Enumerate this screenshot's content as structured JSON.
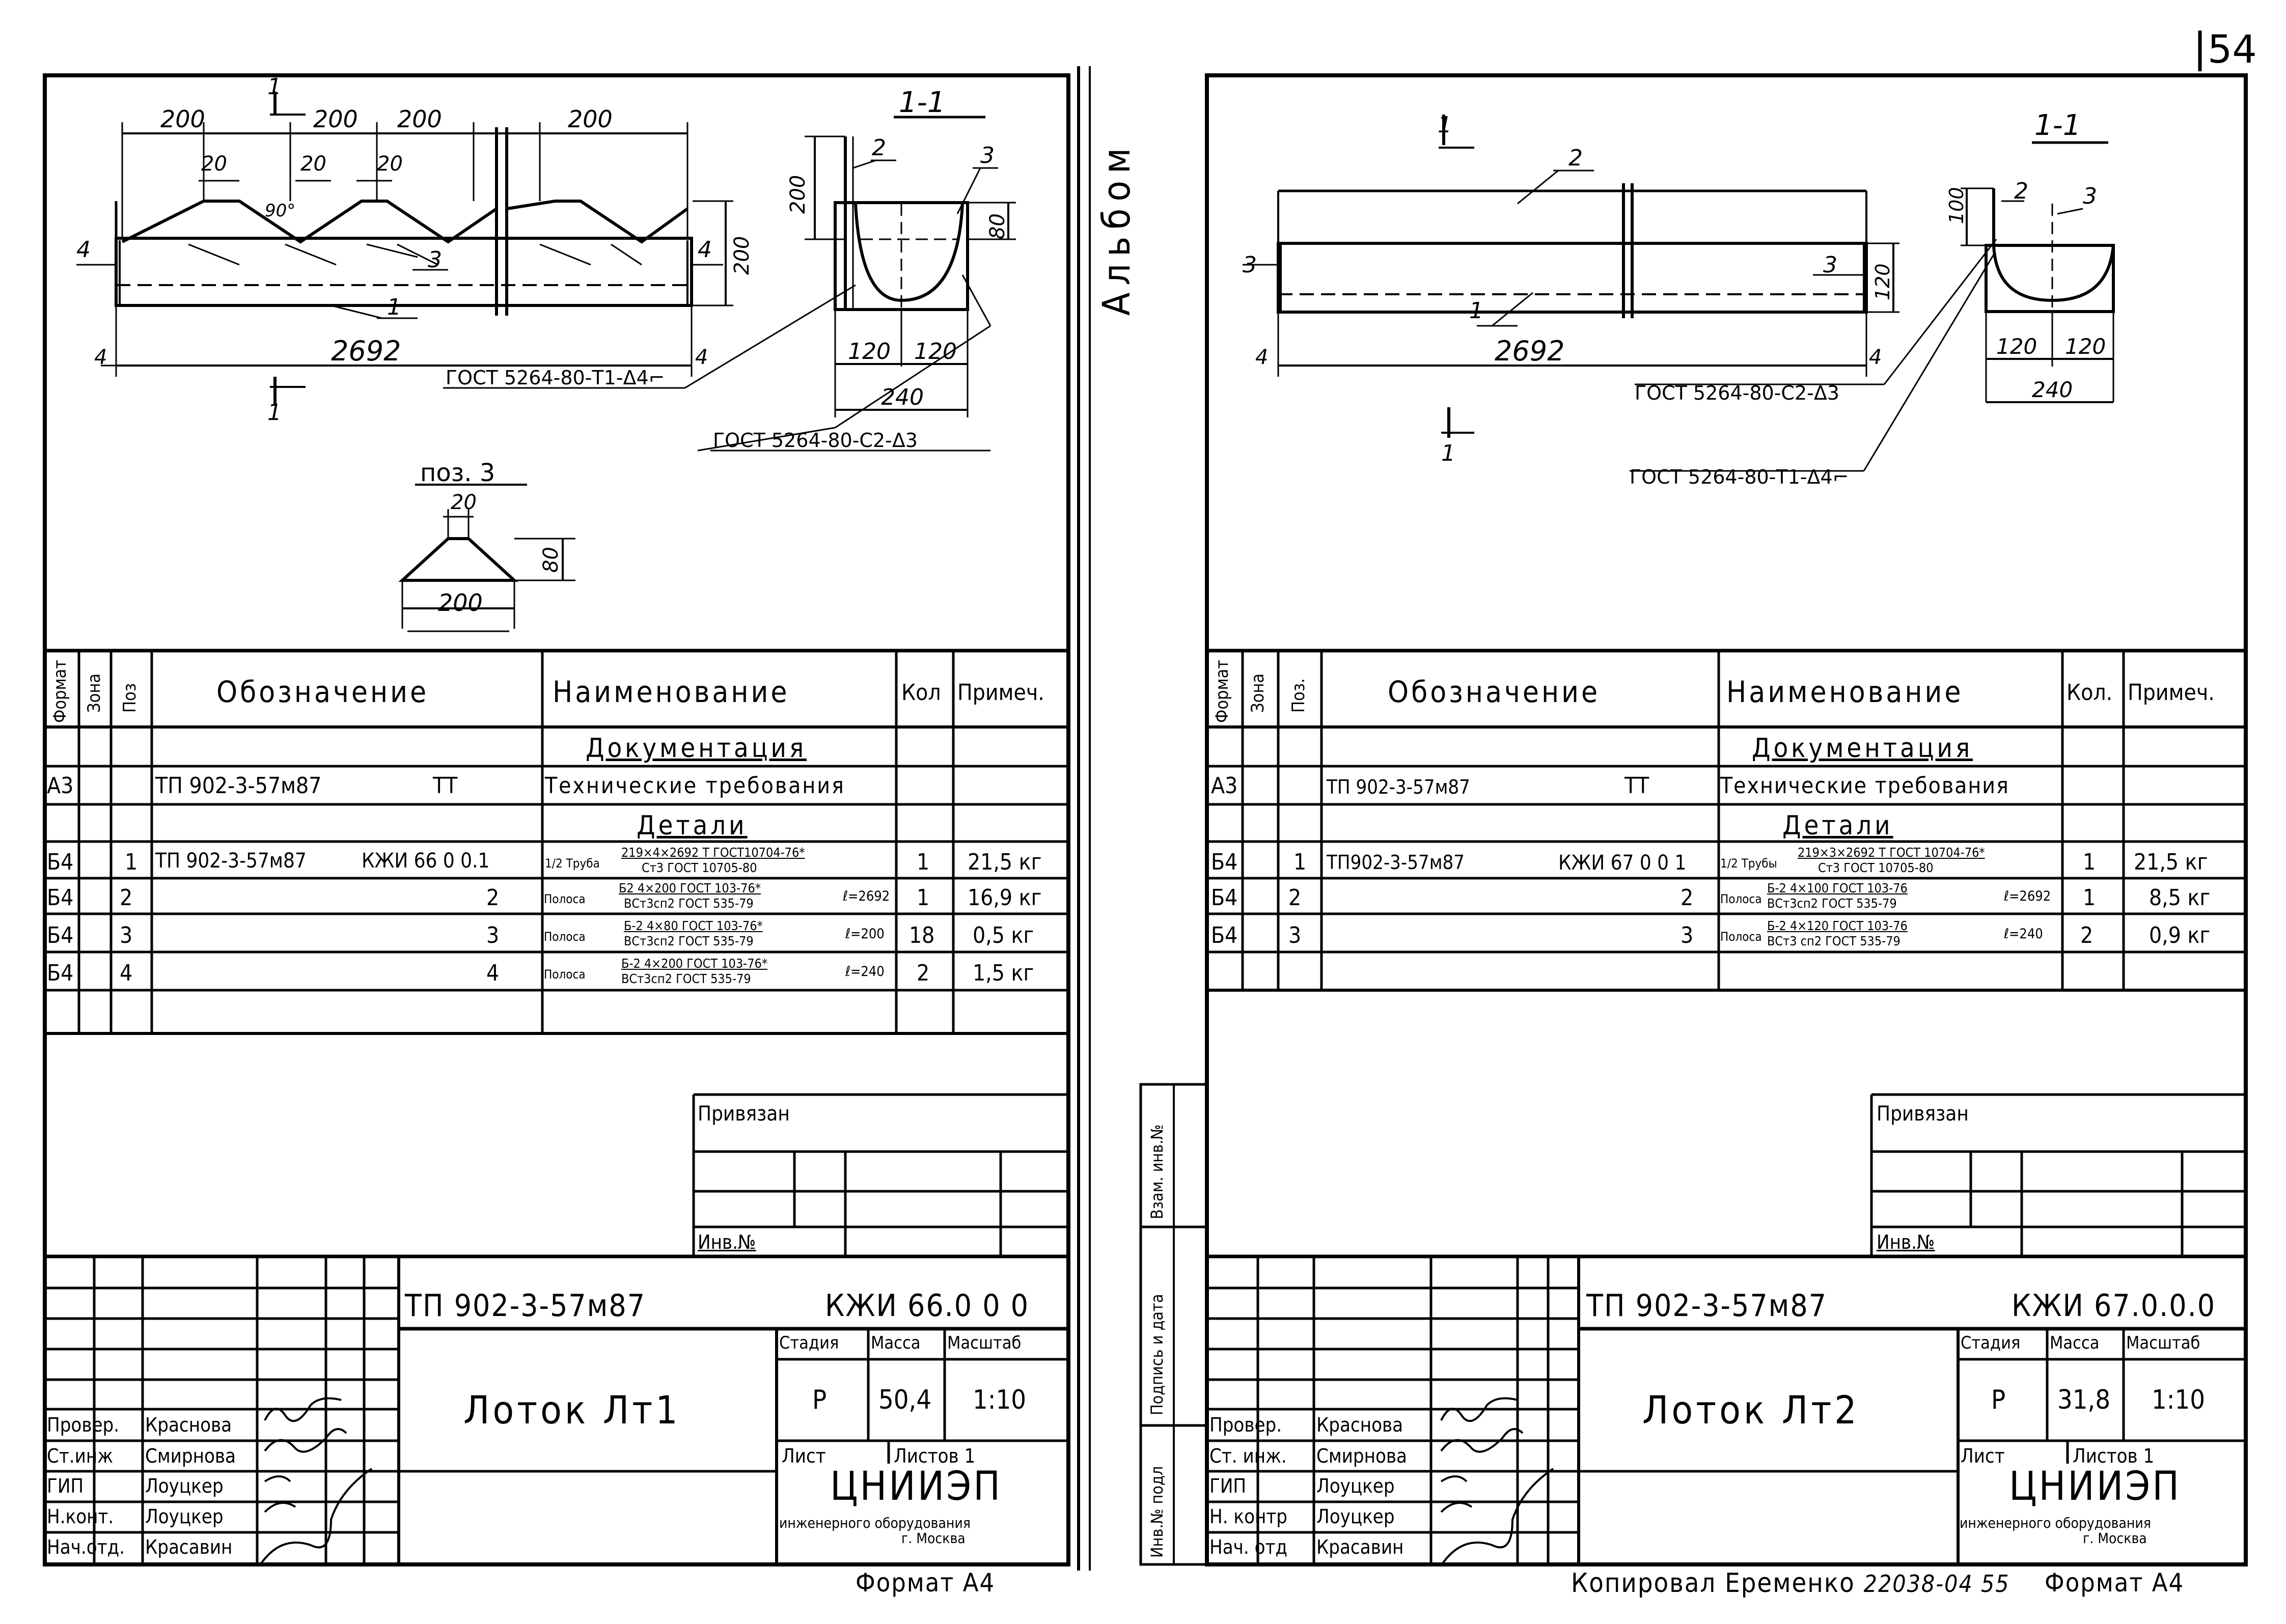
{
  "page_number": "54",
  "album_label": "Альбом",
  "side_stamp": [
    "Инв.№ подл",
    "Подпись и дата",
    "Взам. инв.№"
  ],
  "copy_note": {
    "text": "Копировал Еременко",
    "number": "22038-04 55"
  },
  "sheets": [
    {
      "id": "left",
      "drawing": {
        "dims_top": [
          "200",
          "200",
          "200",
          "200"
        ],
        "dims_small": [
          "20",
          "20",
          "20"
        ],
        "angle": "90°",
        "length": "2692",
        "edge_dims": [
          "4",
          "4"
        ],
        "heights": [
          "200",
          "200",
          "80"
        ],
        "section_title": "1-1",
        "section_dims": [
          "120",
          "120",
          "240"
        ],
        "cut_label": "1",
        "leaders": [
          "1",
          "2",
          "3",
          "4"
        ],
        "gost_callouts": [
          "ГОСТ 5264-80-Т1-Δ4⌐",
          "ГОСТ 5264-80-С2-Δ3"
        ],
        "detail_title": "поз. 3",
        "detail_dims": [
          "20",
          "80",
          "200"
        ]
      },
      "spec": {
        "headers": [
          "Формат",
          "Зона",
          "Поз",
          "Обозначение",
          "Наименование",
          "Кол",
          "Примеч."
        ],
        "sections": [
          "Документация",
          "Детали"
        ],
        "doc_row": {
          "format": "А3",
          "designation": "ТП 902-3-57м87",
          "suffix": "ТТ",
          "name": "Технические требования"
        },
        "rows": [
          {
            "format": "Б4",
            "pos": "1",
            "designation": "ТП 902-3-57м87",
            "code": "КЖИ 66 0 0.1",
            "name_prefix": "1/2 Труба",
            "name_top": "219×4×2692 Т ГОСТ10704-76*",
            "name_bottom": "Ст3 ГОСТ 10705-80",
            "name_tail": "",
            "qty": "1",
            "note": "21,5 кг"
          },
          {
            "format": "Б4",
            "pos": "2",
            "designation": "",
            "code": "2",
            "name_prefix": "Полоса",
            "name_top": "Б2 4×200 ГОСТ 103-76*",
            "name_bottom": "ВСт3сп2 ГОСТ 535-79",
            "name_tail": "ℓ=2692",
            "qty": "1",
            "note": "16,9 кг"
          },
          {
            "format": "Б4",
            "pos": "3",
            "designation": "",
            "code": "3",
            "name_prefix": "Полоса",
            "name_top": "Б-2 4×80 ГОСТ 103-76*",
            "name_bottom": "ВСт3сп2 ГОСТ 535-79",
            "name_tail": "ℓ=200",
            "qty": "18",
            "note": "0,5 кг"
          },
          {
            "format": "Б4",
            "pos": "4",
            "designation": "",
            "code": "4",
            "name_prefix": "Полоса",
            "name_top": "Б-2 4×200 ГОСТ 103-76*",
            "name_bottom": "ВСт3сп2 ГОСТ 535-79",
            "name_tail": "ℓ=240",
            "qty": "2",
            "note": "1,5 кг"
          }
        ]
      },
      "stamp": {
        "bound": "Привязан",
        "inv": "Инв.№",
        "project": "ТП 902-3-57м87",
        "code": "КЖИ 66.0 0 0",
        "title": "Лоток Лт1",
        "stage_label": "Стадия",
        "mass_label": "Масса",
        "scale_label": "Масштаб",
        "stage": "Р",
        "mass": "50,4",
        "scale": "1:10",
        "sheet_label": "Лист",
        "sheets_label": "Листов 1",
        "org": "ЦНИИЭП",
        "org_sub1": "инженерного оборудования",
        "org_sub2": "г. Москва",
        "people": [
          {
            "role": "Провер.",
            "name": "Краснова"
          },
          {
            "role": "Ст.инж",
            "name": "Смирнова"
          },
          {
            "role": "ГИП",
            "name": "Лоуцкер"
          },
          {
            "role": "Н.конт.",
            "name": "Лоуцкер"
          },
          {
            "role": "Нач.отд.",
            "name": "Красавин"
          }
        ]
      },
      "format_label": "Формат А4"
    },
    {
      "id": "right",
      "drawing": {
        "length": "2692",
        "edge_dims": [
          "4",
          "4"
        ],
        "heights": [
          "100",
          "120"
        ],
        "section_title": "1-1",
        "section_dims": [
          "120",
          "120",
          "240"
        ],
        "cut_label": "1",
        "leaders": [
          "1",
          "2",
          "3"
        ],
        "gost_callouts": [
          "ГОСТ 5264-80-С2-Δ3",
          "ГОСТ 5264-80-Т1-Δ4⌐"
        ]
      },
      "spec": {
        "headers": [
          "Формат",
          "Зона",
          "Поз.",
          "Обозначение",
          "Наименование",
          "Кол.",
          "Примеч."
        ],
        "sections": [
          "Документация",
          "Детали"
        ],
        "doc_row": {
          "format": "А3",
          "designation": "ТП 902-3-57м87",
          "suffix": "ТТ",
          "name": "Технические требования"
        },
        "rows": [
          {
            "format": "Б4",
            "pos": "1",
            "designation": "ТП902-3-57м87",
            "code": "КЖИ 67 0 0 1",
            "name_prefix": "1/2 Трубы",
            "name_top": "219×3×2692 Т ГОСТ 10704-76*",
            "name_bottom": "Ст3 ГОСТ 10705-80",
            "name_tail": "",
            "qty": "1",
            "note": "21,5 кг"
          },
          {
            "format": "Б4",
            "pos": "2",
            "designation": "",
            "code": "2",
            "name_prefix": "Полоса",
            "name_top": "Б-2 4×100 ГОСТ 103-76",
            "name_bottom": "ВСт3сп2 ГОСТ 535-79",
            "name_tail": "ℓ=2692",
            "qty": "1",
            "note": "8,5 кг"
          },
          {
            "format": "Б4",
            "pos": "3",
            "designation": "",
            "code": "3",
            "name_prefix": "Полоса",
            "name_top": "Б-2 4×120 ГОСТ 103-76",
            "name_bottom": "ВСт3 сп2 ГОСТ 535-79",
            "name_tail": "ℓ=240",
            "qty": "2",
            "note": "0,9 кг"
          }
        ]
      },
      "stamp": {
        "bound": "Привязан",
        "inv": "Инв.№",
        "project": "ТП 902-3-57м87",
        "code": "КЖИ 67.0.0.0",
        "title": "Лоток Лт2",
        "stage_label": "Стадия",
        "mass_label": "Масса",
        "scale_label": "Масштаб",
        "stage": "Р",
        "mass": "31,8",
        "scale": "1:10",
        "sheet_label": "Лист",
        "sheets_label": "Листов 1",
        "org": "ЦНИИЭП",
        "org_sub1": "инженерного оборудования",
        "org_sub2": "г. Москва",
        "people": [
          {
            "role": "Провер.",
            "name": "Краснова"
          },
          {
            "role": "Ст. инж.",
            "name": "Смирнова"
          },
          {
            "role": "ГИП",
            "name": "Лоуцкер"
          },
          {
            "role": "Н. контр",
            "name": "Лоуцкер"
          },
          {
            "role": "Нач. отд",
            "name": "Красавин"
          }
        ]
      },
      "format_label": "Формат А4"
    }
  ]
}
